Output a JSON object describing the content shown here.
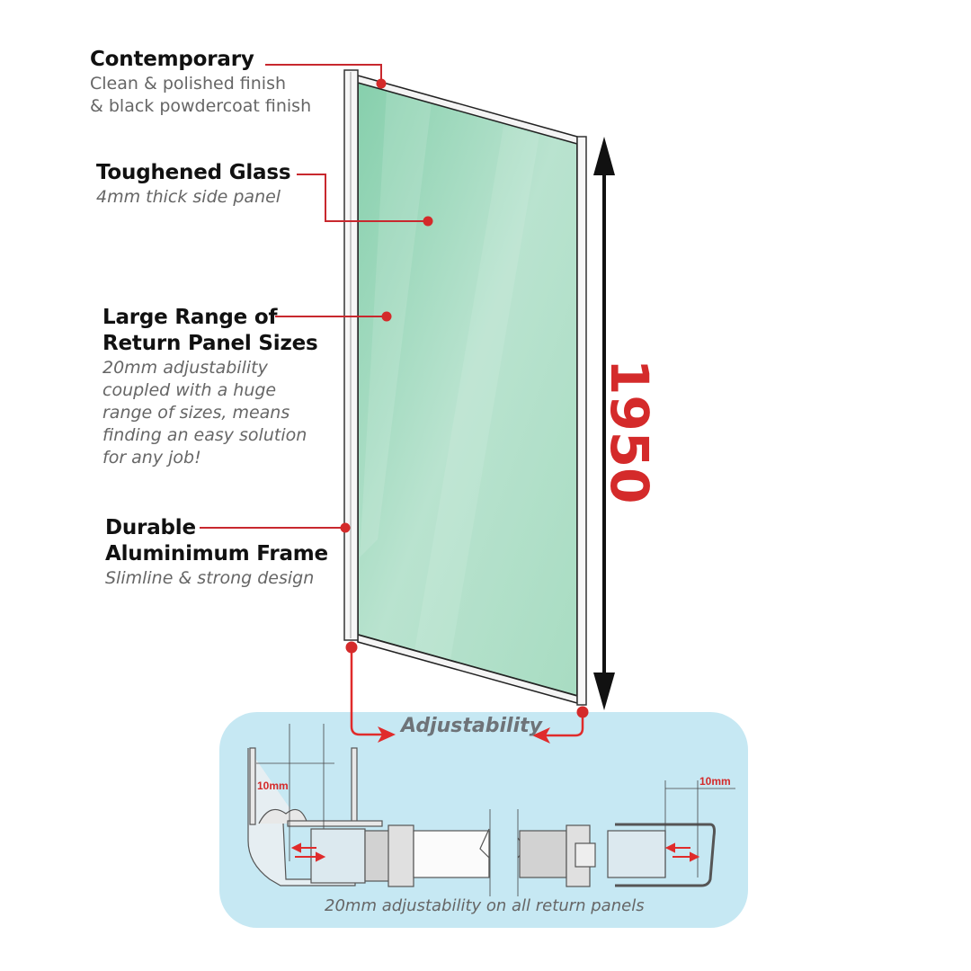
{
  "features": [
    {
      "title": "Contemporary",
      "description_lines": [
        "Clean & polished finish",
        "& black powdercoat finish"
      ]
    },
    {
      "title": "Toughened Glass",
      "description_lines": [
        "4mm thick side panel"
      ]
    },
    {
      "title_lines": [
        "Large Range of",
        "Return Panel Sizes"
      ],
      "description_lines": [
        "20mm adjustability",
        "coupled with a huge",
        "range of sizes, means",
        "finding an easy solution",
        "for any job!"
      ]
    },
    {
      "title_lines": [
        "Durable",
        "Aluminimum Frame"
      ],
      "description_lines": [
        "Slimline & strong design"
      ]
    }
  ],
  "dimension": {
    "height_label": "1950"
  },
  "adjustability": {
    "label": "Adjustability",
    "left_gap_label": "10mm",
    "right_gap_label": "10mm",
    "caption": "20mm adjustability on  all return panels"
  },
  "colors": {
    "accent_red": "#d42a2a",
    "glass_green": "#8fd1b0",
    "panel_bg_blue": "#c6e8f3",
    "text_dark": "#111111",
    "text_grey": "#666666"
  }
}
